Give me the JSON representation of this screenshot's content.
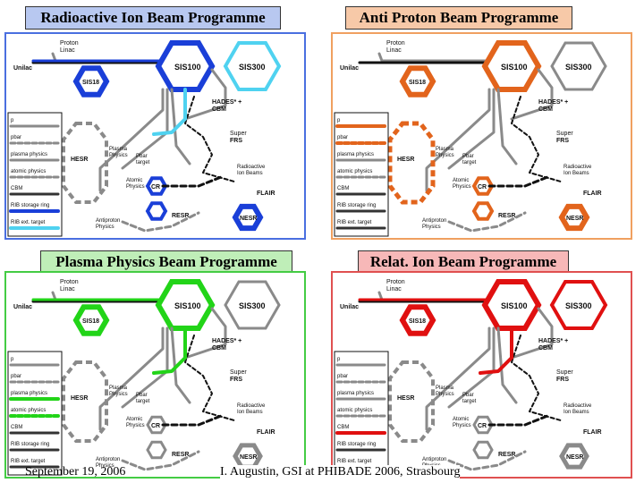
{
  "titles": {
    "rib": "Radioactive Ion Beam Programme",
    "apb": "Anti Proton Beam Programme",
    "ppb": "Plasma Physics Beam Programme",
    "rel": "Relat. Ion Beam Programme"
  },
  "colors": {
    "rib": "#1a3fd8",
    "rib_light": "#4fd2f0",
    "rib_frame": "#4a6fe0",
    "apb": "#e2641c",
    "apb_frame": "#f0a060",
    "ppb": "#22d418",
    "ppb_frame": "#44cc44",
    "rel": "#e01010",
    "rel_frame": "#e05050",
    "title_rib": "#b8c8f0",
    "title_apb": "#f7c9a8",
    "title_ppb": "#bfeeb8",
    "title_rel": "#f7b8b8",
    "grey": "#8a8a8a",
    "dark": "#111111"
  },
  "labels": {
    "proton": "Proton",
    "linac": "Linac",
    "unilac": "Unilac",
    "sis18": "SIS18",
    "sis100": "SIS100",
    "sis300": "SIS300",
    "hades": "HADES* +",
    "cbm": "CBM",
    "super": "Super",
    "frs": "FRS",
    "plasma1": "Plasma",
    "physics": "Physics",
    "plasma_low": "plasma",
    "physics_low": "physics",
    "pbar1": "Pbar",
    "target": "target",
    "atomic": "Atomic",
    "radioactive": "Radioactive",
    "ionbeams": "Ion Beams",
    "hesr": "HESR",
    "cr": "CR",
    "resr": "RESR",
    "flair": "FLAIR",
    "nesr": "NESR",
    "antiproton": "Antiproton"
  },
  "legend": [
    "p",
    "pbar",
    "plasma physics",
    "atomic physics",
    "CBM",
    "RIB storage ring",
    "RIB ext. target"
  ],
  "footer": {
    "date": "September 19, 2006",
    "credit": "I. Augustin, GSI at PHIBADE 2006, Strasbourg"
  }
}
